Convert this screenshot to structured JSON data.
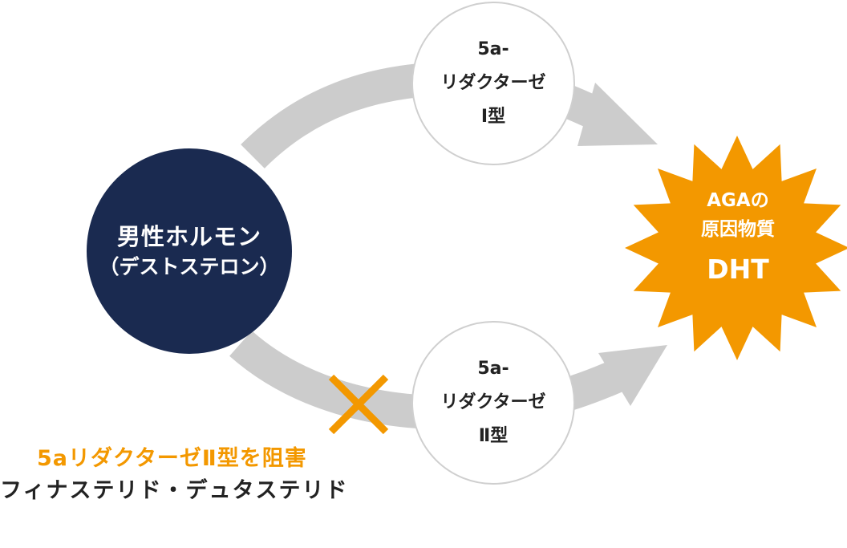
{
  "source": {
    "title": "男性ホルモン",
    "subtitle": "（デストステロン）",
    "color": "#1a2a50"
  },
  "enzymes": [
    {
      "line1": "5a-",
      "line2": "リダクターゼ",
      "line3": "Ⅰ型"
    },
    {
      "line1": "5a-",
      "line2": "リダクターゼ",
      "line3": "Ⅱ型"
    }
  ],
  "result": {
    "line1": "AGAの",
    "line2": "原因物質",
    "line3": "DHT",
    "color": "#f39800"
  },
  "blocker": {
    "line1": "5aリダクターゼⅡ型を阻害",
    "line2": "フィナステリド・デュタステリド",
    "mark_color": "#f39800"
  },
  "arrow_color": "#cccccc"
}
